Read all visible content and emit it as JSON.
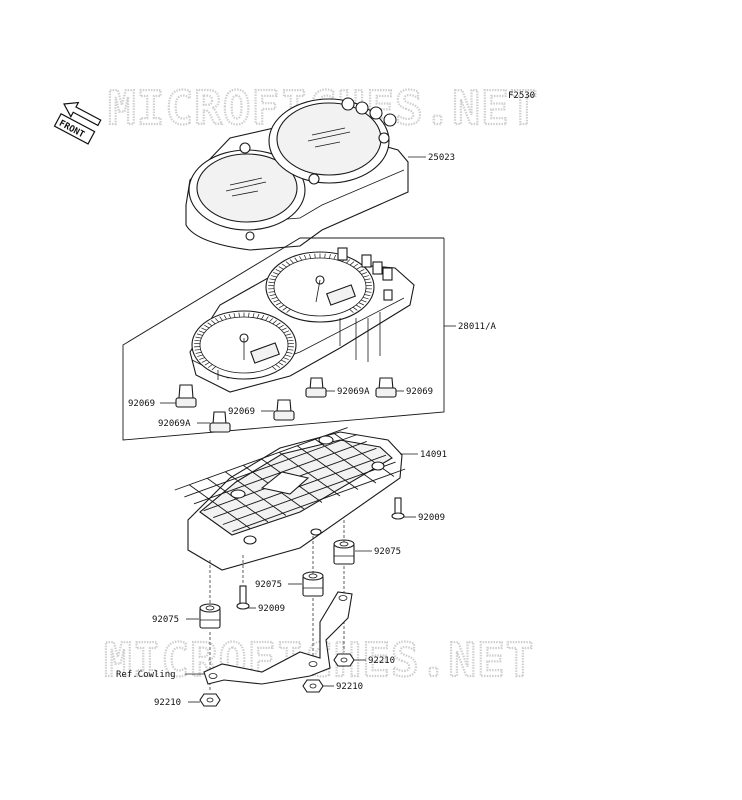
{
  "figure_code": "F2530",
  "front_arrow": "FRONT",
  "watermark": "MICROFICHES.NET",
  "labels": {
    "p25023": "25023",
    "p28011": "28011/A",
    "p92069_left": "92069",
    "p92069_mid": "92069",
    "p92069A_mid": "92069A",
    "p92069_right": "92069",
    "p92069A_left": "92069A",
    "p14091": "14091",
    "p92009_right": "92009",
    "p92075_right": "92075",
    "p92075_mid": "92075",
    "p92009_mid": "92009",
    "p92075_left": "92075",
    "p92210_right": "92210",
    "p92210_bottom": "92210",
    "p92210_left": "92210",
    "ref_cowling": "Ref.Cowling"
  }
}
